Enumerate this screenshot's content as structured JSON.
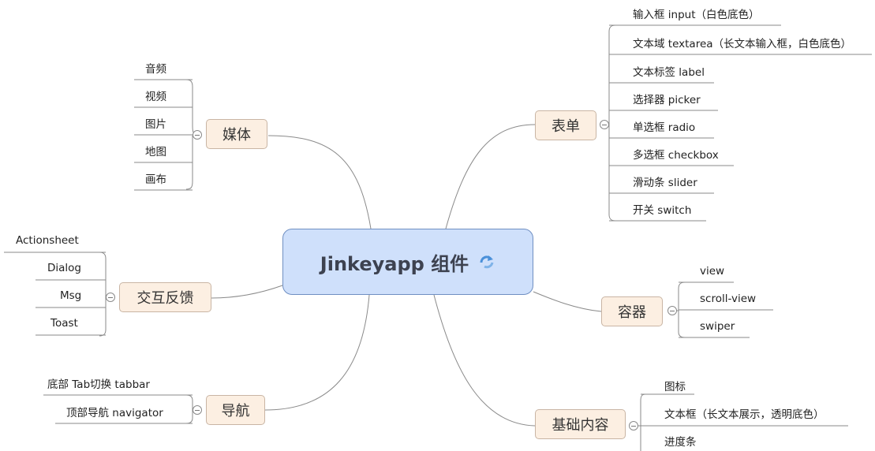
{
  "root": {
    "title": "Jinkeyapp 组件",
    "icon": "refresh-icon"
  },
  "branches": {
    "media": {
      "label": "媒体",
      "items": [
        "音频",
        "视频",
        "图片",
        "地图",
        "画布"
      ]
    },
    "interaction": {
      "label": "交互反馈",
      "items": [
        "Actionsheet",
        "Dialog",
        "Msg",
        "Toast"
      ]
    },
    "navigation": {
      "label": "导航",
      "items": [
        "底部 Tab切换 tabbar",
        "顶部导航 navigator"
      ]
    },
    "form": {
      "label": "表单",
      "items": [
        "输入框 input（白色底色）",
        "文本域 textarea（长文本输入框，白色底色）",
        "文本标签 label",
        "选择器 picker",
        "单选框 radio",
        "多选框 checkbox",
        "滑动条 slider",
        "开关 switch"
      ]
    },
    "container": {
      "label": "容器",
      "items": [
        "view",
        "scroll-view",
        "swiper"
      ]
    },
    "basic": {
      "label": "基础内容",
      "items": [
        "图标",
        "文本框（长文本展示，透明底色）",
        "进度条"
      ]
    }
  },
  "colors": {
    "root_fill": "#cfe0fb",
    "topic_fill": "#fcefe2",
    "line": "#7a7a7a",
    "icon": "#4a90d9"
  }
}
